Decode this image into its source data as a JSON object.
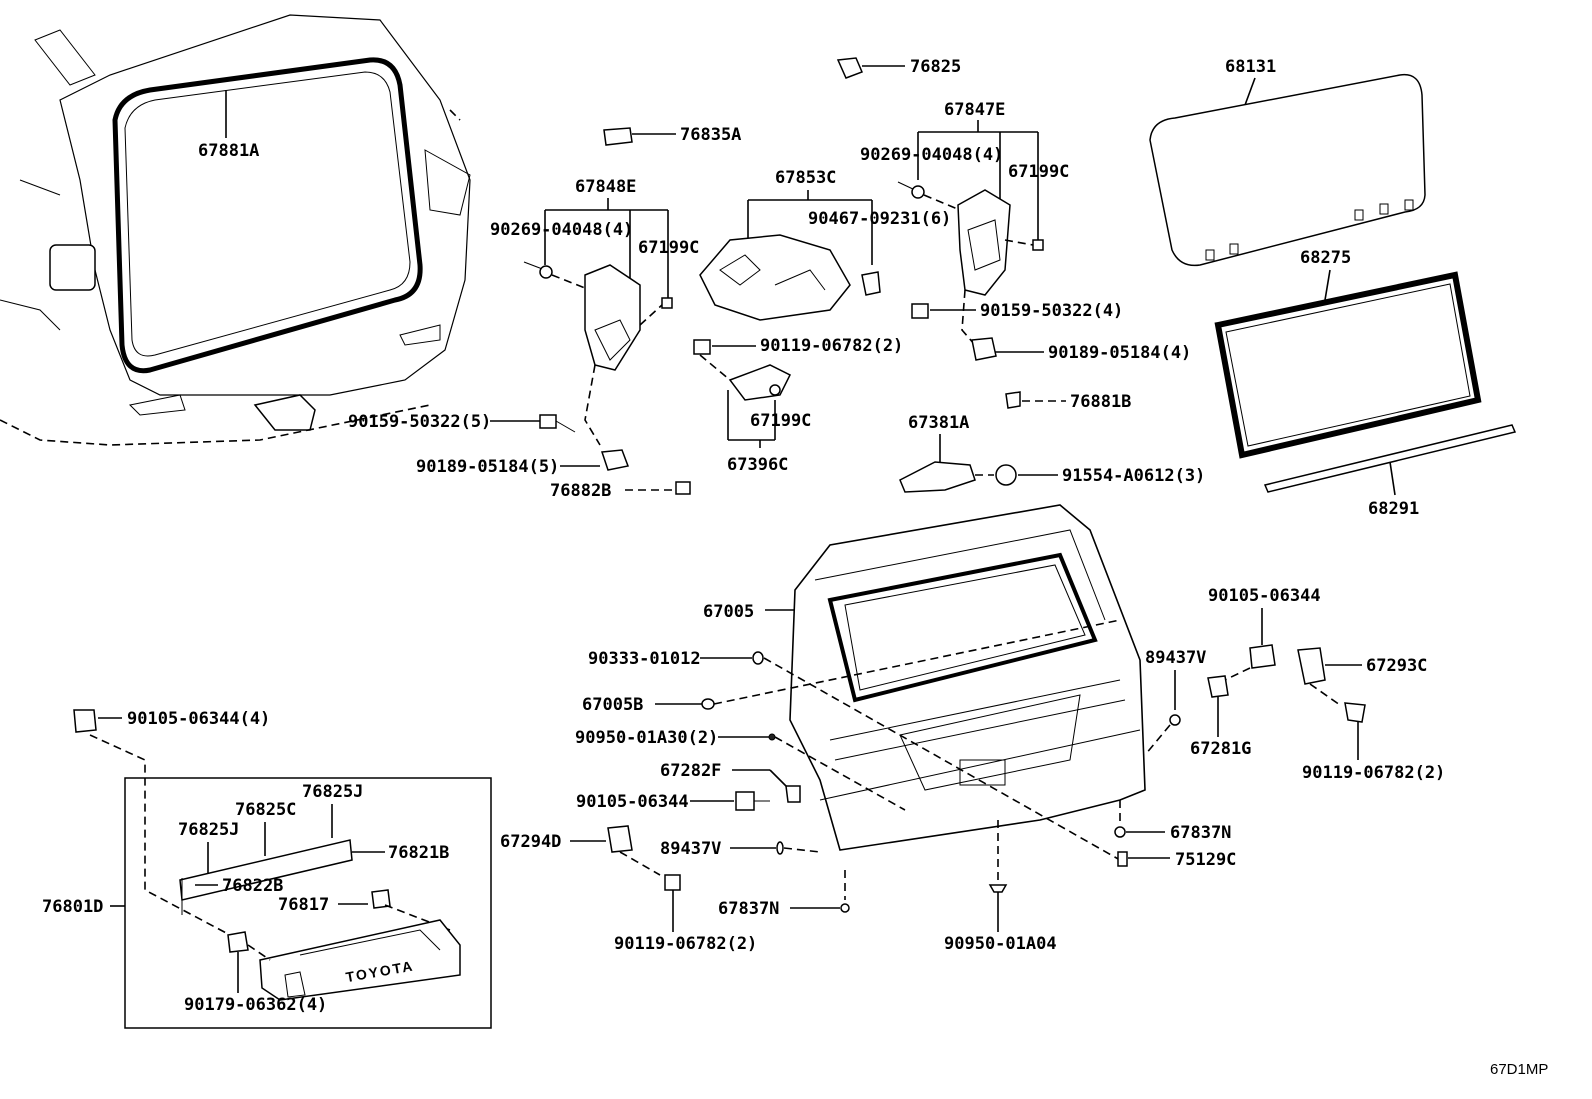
{
  "diagram_code": "67D1MP",
  "emblem_text": "TOYOTA",
  "labels": {
    "l_67881A": "67881A",
    "l_76825": "76825",
    "l_76835A": "76835A",
    "l_67847E": "67847E",
    "l_68131": "68131",
    "l_67848E": "67848E",
    "l_67853C": "67853C",
    "l_90269_r": "90269-04048(4)",
    "l_67199C_r": "67199C",
    "l_90269_l": "90269-04048(4)",
    "l_67199C_l": "67199C",
    "l_90467": "90467-09231(6)",
    "l_68275": "68275",
    "l_90159_r": "90159-50322(4)",
    "l_90119_m": "90119-06782(2)",
    "l_90189_r": "90189-05184(4)",
    "l_76881B": "76881B",
    "l_90159_l": "90159-50322(5)",
    "l_67199C_m": "67199C",
    "l_67381A": "67381A",
    "l_67396C": "67396C",
    "l_90189_l": "90189-05184(5)",
    "l_91554": "91554-A0612(3)",
    "l_76882B": "76882B",
    "l_68291": "68291",
    "l_67005": "67005",
    "l_90105_r": "90105-06344",
    "l_90333": "90333-01012",
    "l_89437V_r": "89437V",
    "l_67293C": "67293C",
    "l_67005B": "67005B",
    "l_90105_4": "90105-06344(4)",
    "l_90950_a30": "90950-01A30(2)",
    "l_67281G": "67281G",
    "l_67282F": "67282F",
    "l_90119_r": "90119-06782(2)",
    "l_76825J_top": "76825J",
    "l_76825C": "76825C",
    "l_76825J_l": "76825J",
    "l_90105_m": "90105-06344",
    "l_76821B": "76821B",
    "l_67294D": "67294D",
    "l_67837N_r": "67837N",
    "l_89437V_m": "89437V",
    "l_75129C": "75129C",
    "l_76822B": "76822B",
    "l_76801D": "76801D",
    "l_76817": "76817",
    "l_67837N_m": "67837N",
    "l_90119_b": "90119-06782(2)",
    "l_90950_a04": "90950-01A04",
    "l_90179": "90179-06362(4)"
  }
}
